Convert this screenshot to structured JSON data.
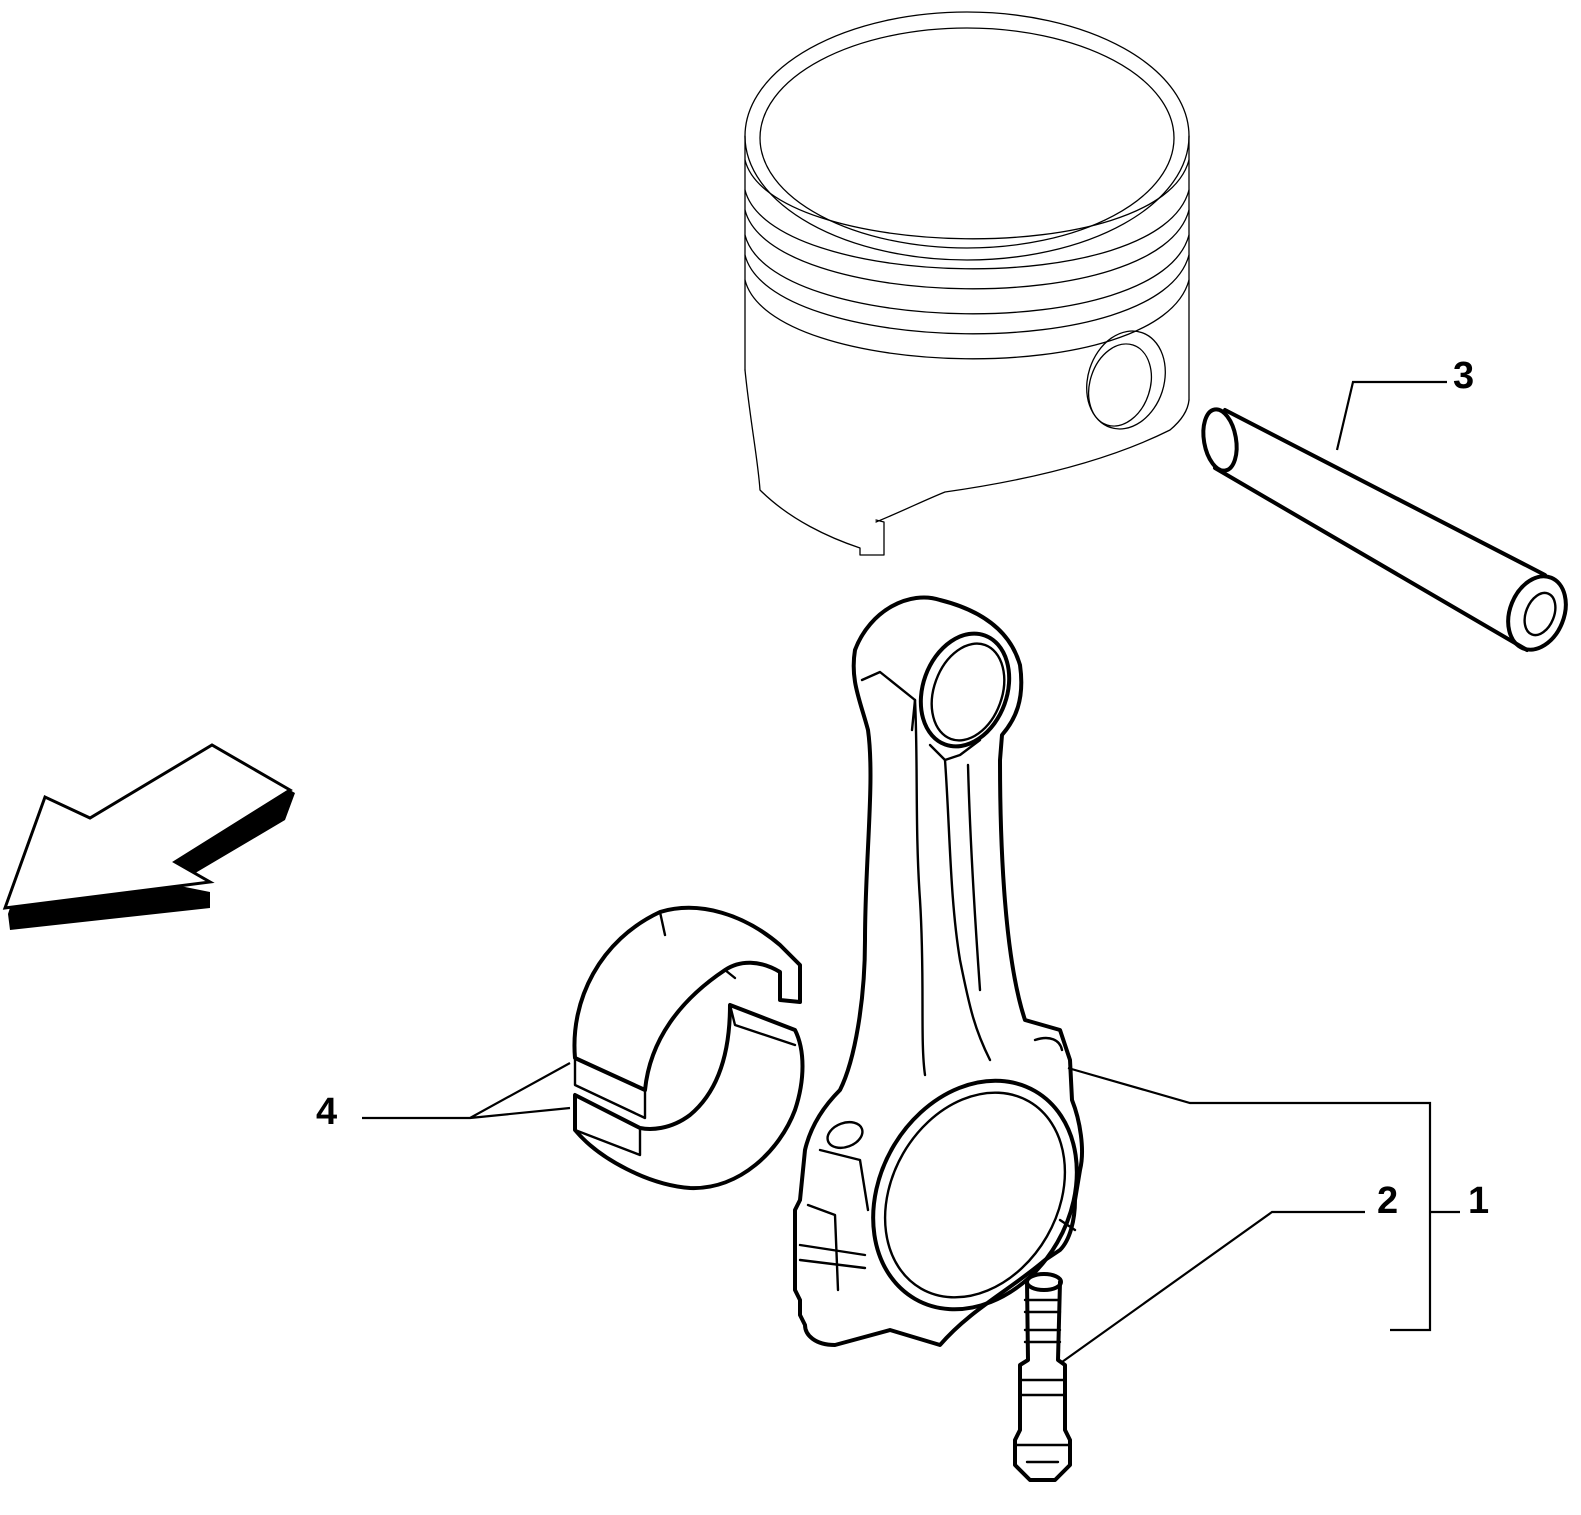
{
  "diagram": {
    "callouts": [
      {
        "id": "1",
        "label": "1",
        "part": "connecting-rod"
      },
      {
        "id": "2",
        "label": "2",
        "part": "connecting-rod-bolt"
      },
      {
        "id": "3",
        "label": "3",
        "part": "piston-pin"
      },
      {
        "id": "4",
        "label": "4",
        "part": "bearing-shells"
      }
    ],
    "direction_arrow_icon": "arrow-down-left-icon",
    "line_color": "#000000",
    "background_color": "#ffffff"
  }
}
